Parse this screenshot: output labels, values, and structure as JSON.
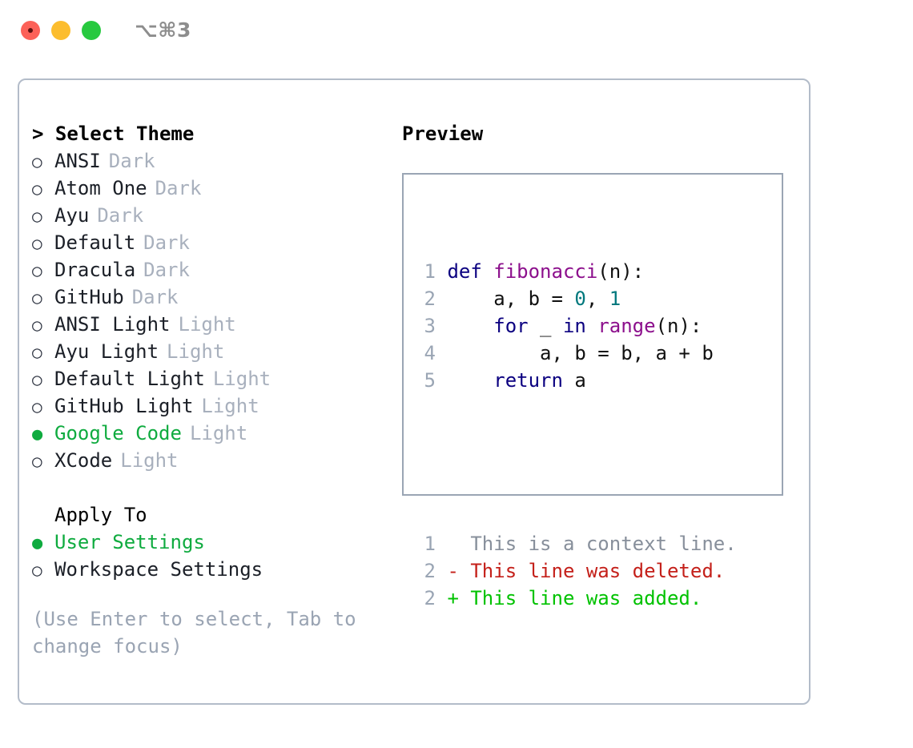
{
  "window": {
    "shortcut": "⌥⌘3",
    "traffic_lights": [
      "close-red",
      "minimize-yellow",
      "maximize-green"
    ]
  },
  "colors": {
    "selected_green": "#0fab3f",
    "muted_gray": "#a8b0bd",
    "hint_gray": "#9aa4b3",
    "border": "#b3bcc9",
    "preview_border": "#9aa5b4",
    "keyword_blue": "#0b0080",
    "function_purple": "#8c0f8c",
    "number_teal": "#00787d",
    "diff_deleted_red": "#c4201a",
    "diff_added_green": "#00c200",
    "line_number_gray": "#9aa5b4"
  },
  "theme_section": {
    "prompt": ">",
    "title": "Select Theme",
    "items": [
      {
        "marker": "○",
        "name": "ANSI",
        "kind": "Dark",
        "selected": false
      },
      {
        "marker": "○",
        "name": "Atom One",
        "kind": "Dark",
        "selected": false
      },
      {
        "marker": "○",
        "name": "Ayu",
        "kind": "Dark",
        "selected": false
      },
      {
        "marker": "○",
        "name": "Default",
        "kind": "Dark",
        "selected": false
      },
      {
        "marker": "○",
        "name": "Dracula",
        "kind": "Dark",
        "selected": false
      },
      {
        "marker": "○",
        "name": "GitHub",
        "kind": "Dark",
        "selected": false
      },
      {
        "marker": "○",
        "name": "ANSI Light",
        "kind": "Light",
        "selected": false
      },
      {
        "marker": "○",
        "name": "Ayu Light",
        "kind": "Light",
        "selected": false
      },
      {
        "marker": "○",
        "name": "Default Light",
        "kind": "Light",
        "selected": false
      },
      {
        "marker": "○",
        "name": "GitHub Light",
        "kind": "Light",
        "selected": false
      },
      {
        "marker": "●",
        "name": "Google Code",
        "kind": "Light",
        "selected": true
      },
      {
        "marker": "○",
        "name": "XCode",
        "kind": "Light",
        "selected": false
      }
    ]
  },
  "apply_section": {
    "title": "Apply To",
    "items": [
      {
        "marker": "●",
        "name": "User Settings",
        "selected": true
      },
      {
        "marker": "○",
        "name": "Workspace Settings",
        "selected": false
      }
    ]
  },
  "hint": "(Use Enter to select, Tab to change focus)",
  "preview": {
    "label": "Preview",
    "code_lines": [
      {
        "num": "1",
        "tokens": [
          {
            "t": "def ",
            "c": "kw"
          },
          {
            "t": "fibonacci",
            "c": "fn"
          },
          {
            "t": "(n):",
            "c": "txt"
          }
        ]
      },
      {
        "num": "2",
        "tokens": [
          {
            "t": "    a, b = ",
            "c": "txt"
          },
          {
            "t": "0",
            "c": "num"
          },
          {
            "t": ", ",
            "c": "txt"
          },
          {
            "t": "1",
            "c": "num"
          }
        ]
      },
      {
        "num": "3",
        "tokens": [
          {
            "t": "    ",
            "c": "txt"
          },
          {
            "t": "for",
            "c": "kw"
          },
          {
            "t": " _ ",
            "c": "txt"
          },
          {
            "t": "in",
            "c": "kw"
          },
          {
            "t": " ",
            "c": "txt"
          },
          {
            "t": "range",
            "c": "fn"
          },
          {
            "t": "(n):",
            "c": "txt"
          }
        ]
      },
      {
        "num": "4",
        "tokens": [
          {
            "t": "        a, b = b, a + b",
            "c": "txt"
          }
        ]
      },
      {
        "num": "5",
        "tokens": [
          {
            "t": "    ",
            "c": "txt"
          },
          {
            "t": "return",
            "c": "kw"
          },
          {
            "t": " a",
            "c": "txt"
          }
        ]
      }
    ],
    "diff_lines": [
      {
        "num": "1",
        "tokens": [
          {
            "t": "   This is a context line.",
            "c": "ctx"
          }
        ]
      },
      {
        "num": "2",
        "tokens": [
          {
            "t": " - This line was deleted.",
            "c": "del"
          }
        ]
      },
      {
        "num": "2",
        "tokens": [
          {
            "t": " + This line was added.",
            "c": "add"
          }
        ]
      }
    ]
  }
}
